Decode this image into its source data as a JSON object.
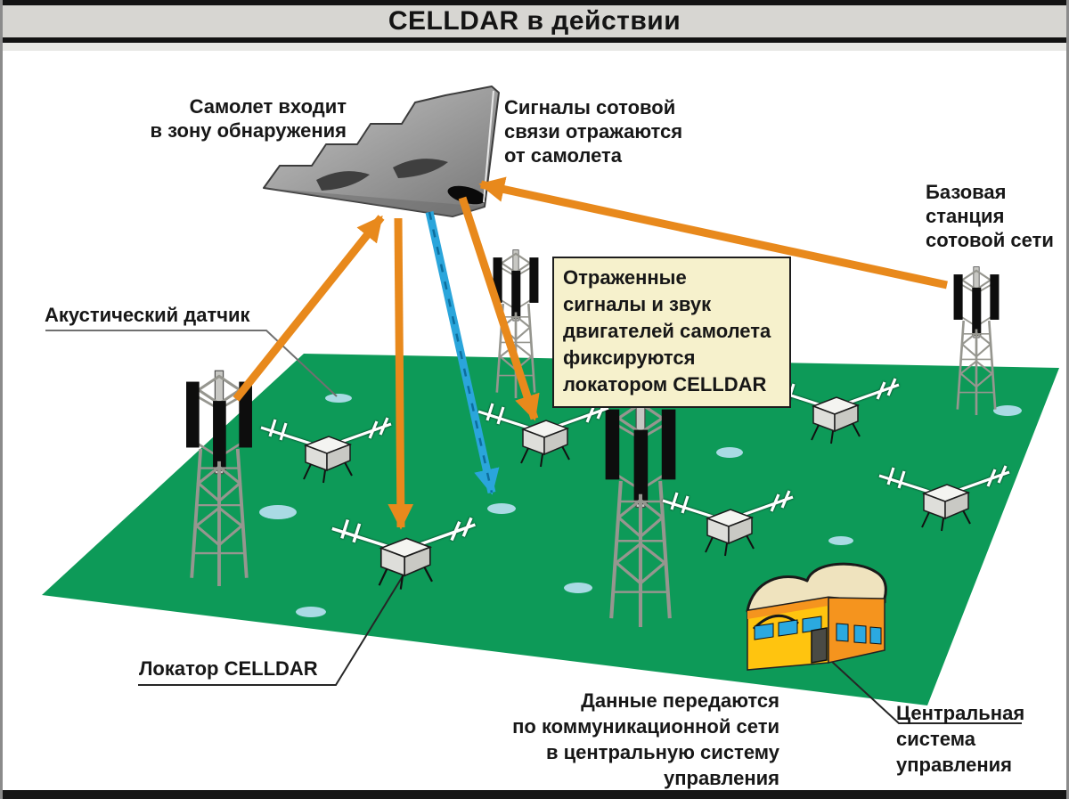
{
  "title": "CELLDAR в действии",
  "labels": {
    "aircraft_enters": "Самолет входит\nв зону обнаружения",
    "signals_reflect": "Сигналы сотовой\nсвязи отражаются\nот самолета",
    "base_station": "Базовая\nстанция\nсотовой сети",
    "acoustic_sensor": "Акустический датчик",
    "note": "Отраженные\nсигналы и звук\nдвигателей самолета\nфиксируются\nлокатором CELLDAR",
    "locator": "Локатор CELLDAR",
    "data_path": "Данные передаются\nпо коммуникационной сети\nв центральную систему\nуправления",
    "central_system": "Центральная\nсистема\nуправления"
  },
  "colors": {
    "accent_orange": "#E8891C",
    "signal_blue": "#2AA5DB",
    "field_green": "#0D9A58",
    "ellipse_blue": "#A9DAE4",
    "note_bg": "#F6F1CC",
    "titlebar_bg": "#D7D6D2",
    "building_yellow": "#FFC40F",
    "building_orange": "#F5941E",
    "building_roof": "#EFE3BE",
    "window_blue": "#2BA9E0",
    "ink": "#171717"
  }
}
